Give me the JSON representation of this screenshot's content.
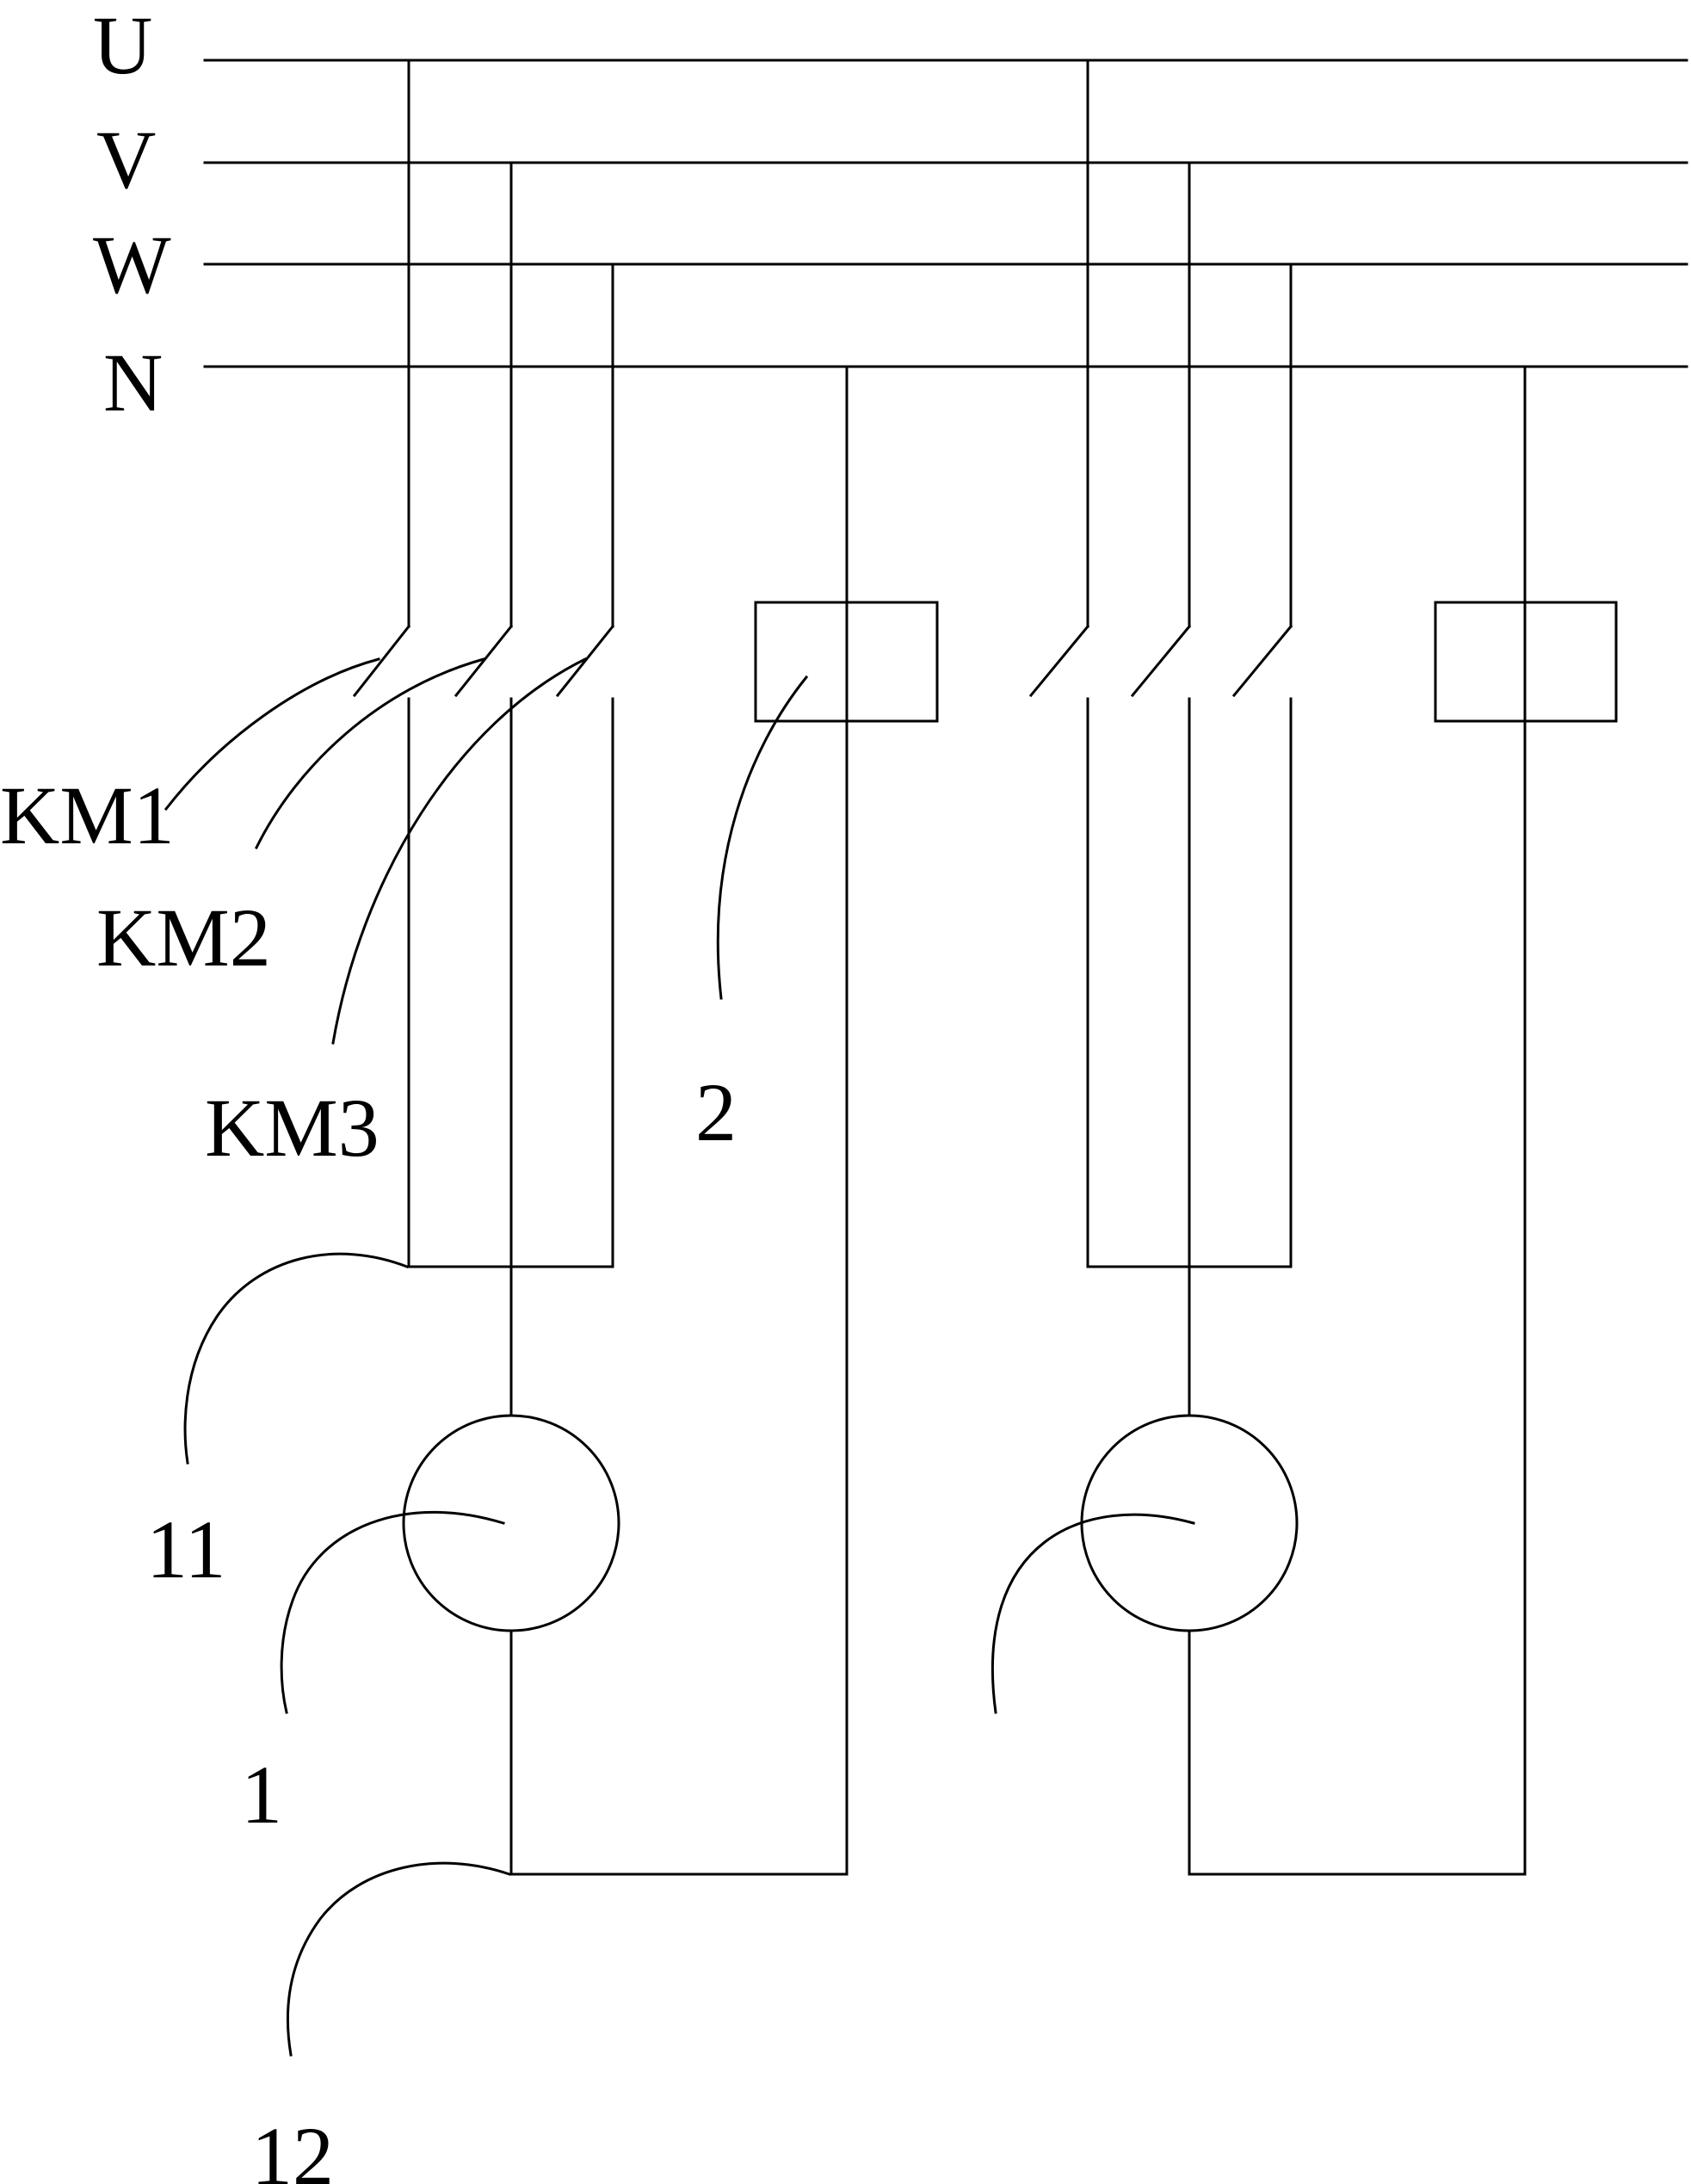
{
  "bus_labels": {
    "u": "U",
    "v": "V",
    "w": "W",
    "n": "N"
  },
  "callouts": {
    "km1": "KM1",
    "km2": "KM2",
    "km3": "KM3",
    "coil": "2",
    "junction": "11",
    "motor": "1",
    "return_junction": "12"
  },
  "colors": {
    "line": "#000000",
    "background": "#ffffff"
  }
}
